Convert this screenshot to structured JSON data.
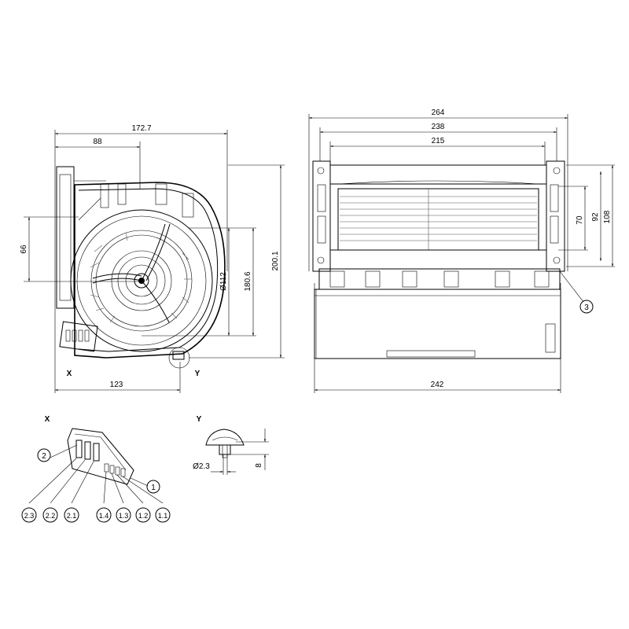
{
  "front_view": {
    "dims": {
      "width_overall": "172.7",
      "width_to_axis": "88",
      "height_left": "66",
      "diameter": "Ø112",
      "height_inner": "180.6",
      "height_overall": "200.1",
      "bottom_width": "123"
    },
    "detail_markers": {
      "x": "X",
      "y": "Y"
    }
  },
  "side_view": {
    "dims": {
      "w_overall": "264",
      "w_mid": "238",
      "w_inner": "215",
      "h_70": "70",
      "h_92": "92",
      "h_108": "108",
      "bottom_width": "242"
    },
    "callout": "3"
  },
  "detail_x": {
    "title": "X",
    "group_callouts": [
      "2",
      "1"
    ],
    "pins": [
      "2.3",
      "2.2",
      "2.1",
      "1.4",
      "1.3",
      "1.2",
      "1.1"
    ]
  },
  "detail_y": {
    "title": "Y",
    "dim_diameter": "Ø2.3",
    "dim_height": "8"
  }
}
